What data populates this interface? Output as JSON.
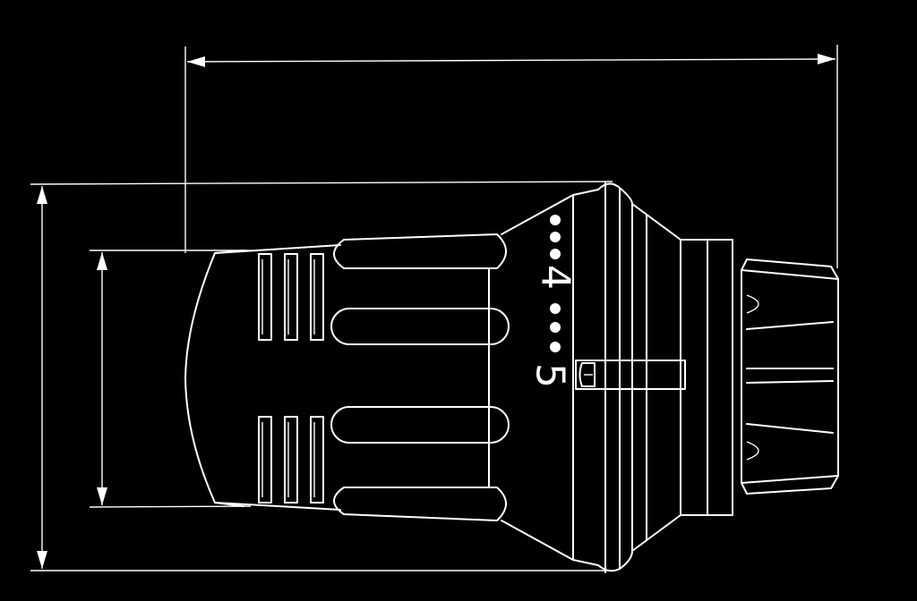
{
  "colors": {
    "background": "#000000",
    "line": "#ffffff"
  },
  "scale": {
    "digits": [
      "4",
      "5"
    ],
    "dots_before_first_digit": 3,
    "dots_between_digits": 3
  },
  "icons": {
    "arrowhead": "dimension-arrowhead-icon",
    "dot": "scale-dot-icon"
  }
}
